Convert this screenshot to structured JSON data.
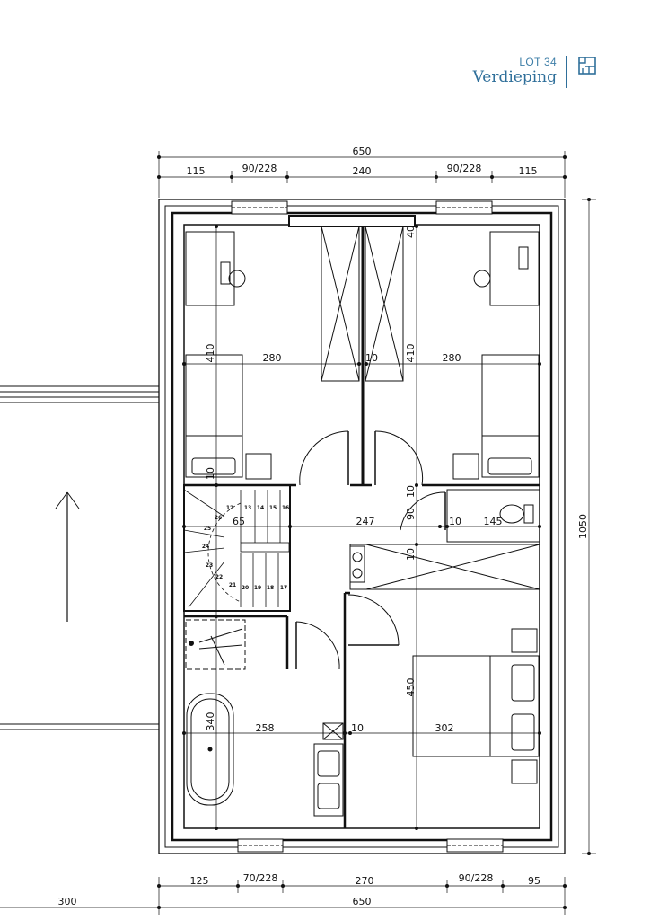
{
  "header": {
    "lot": "LOT 34",
    "title": "Verdieping",
    "icon": "floorplan-icon",
    "accent_color": "#2f6f9a"
  },
  "dimensions": {
    "top_total": "650",
    "top_1": "115",
    "top_2": "90/228",
    "top_3": "240",
    "top_4": "90/228",
    "top_5": "115",
    "bottom_1": "125",
    "bottom_2": "70/228",
    "bottom_3": "270",
    "bottom_4": "90/228",
    "bottom_5": "95",
    "bottom_total": "650",
    "bottom_left": "300",
    "right_total": "1050",
    "bedroom_left_width": "280",
    "bedroom_left_depth": "410",
    "bedroom_right_width": "280",
    "bedroom_right_depth": "410",
    "wall_mid": "10",
    "closet_depth": "40",
    "hall_width": "247",
    "stair_width": "65",
    "wc_width": "145",
    "wall_a": "10",
    "wall_b": "10",
    "wall_c": "10",
    "wall_d": "10",
    "hall_depth": "90",
    "bath_depth": "340",
    "bath_width": "258",
    "wall_e": "10",
    "master_width": "302",
    "master_depth": "450"
  },
  "stairs": {
    "steps": [
      "12",
      "13",
      "14",
      "15",
      "16",
      "17",
      "18",
      "19",
      "20",
      "21",
      "22",
      "23",
      "24",
      "25",
      "26"
    ]
  },
  "north_arrow": "arrow-up-icon"
}
